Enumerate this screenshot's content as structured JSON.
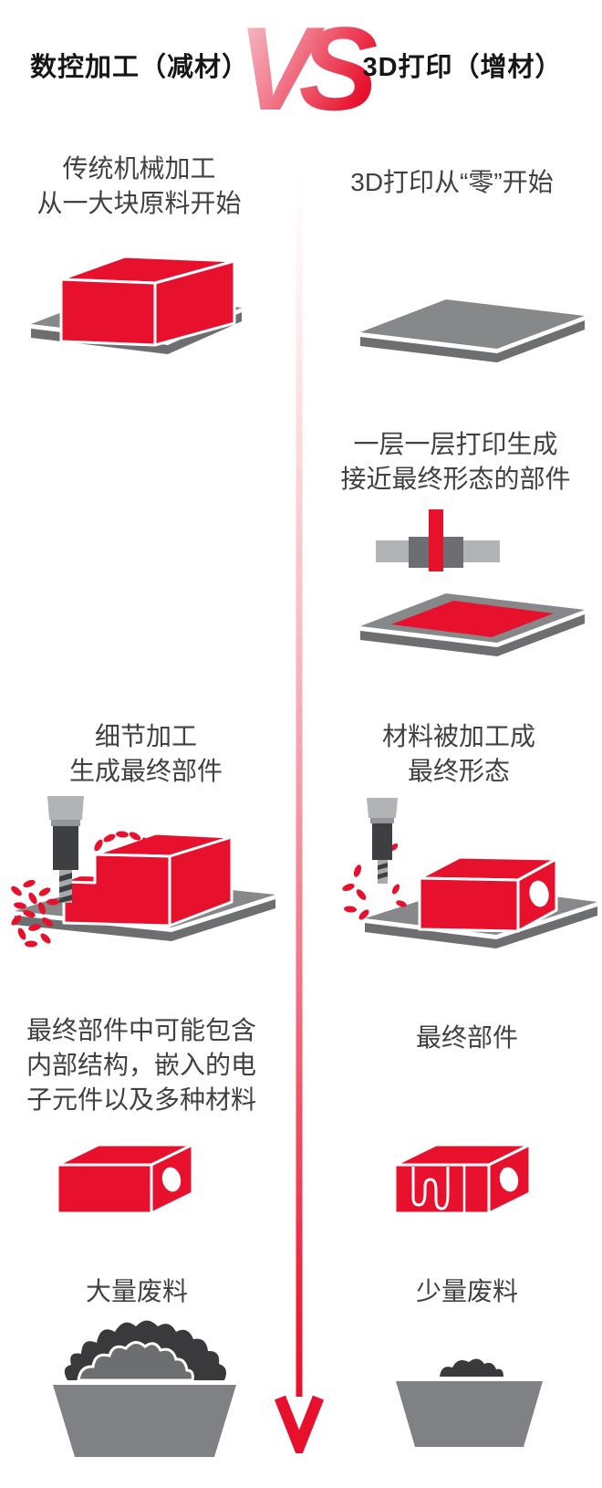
{
  "header": {
    "left_title": "数控加工（减材）",
    "vs": "VS",
    "right_title": "3D打印（增材）"
  },
  "sections": {
    "cnc_start": {
      "line1": "传统机械加工",
      "line2": "从一大块原料开始"
    },
    "print_start": {
      "line1": "3D打印从“零”开始"
    },
    "print_layers": {
      "line1": "一层一层打印生成",
      "line2": "接近最终形态的部件"
    },
    "cnc_detail": {
      "line1": "细节加工",
      "line2": "生成最终部件"
    },
    "print_machining": {
      "line1": "材料被加工成",
      "line2": "最终形态"
    },
    "cnc_final": {
      "line1": "最终部件中可能包含",
      "line2": "内部结构，嵌入的电",
      "line3": "子元件以及多种材料"
    },
    "print_final": {
      "line1": "最终部件"
    },
    "cnc_waste": {
      "line1": "大量废料"
    },
    "print_waste": {
      "line1": "少量废料"
    }
  },
  "icons": {
    "left_column": [
      "raw-block-on-platform",
      "milling-drill-with-chips",
      "final-part-with-hole",
      "waste-bin-full"
    ],
    "right_column": [
      "empty-platform",
      "printer-head",
      "printed-layer-platform",
      "drill-finishing-part",
      "final-part-with-structure",
      "waste-bin-small"
    ]
  },
  "colors": {
    "accent_red": "#e8112d",
    "title_text": "#161616",
    "body_text": "#414042",
    "platform_gray": "#87888a",
    "platform_edge_gray": "#6d6e70",
    "light_gray": "#b1b3b5",
    "dark_gray": "#3e3f41",
    "bin_gray": "#808184",
    "waste_dark": "#3a3a3c",
    "background": "#ffffff"
  }
}
